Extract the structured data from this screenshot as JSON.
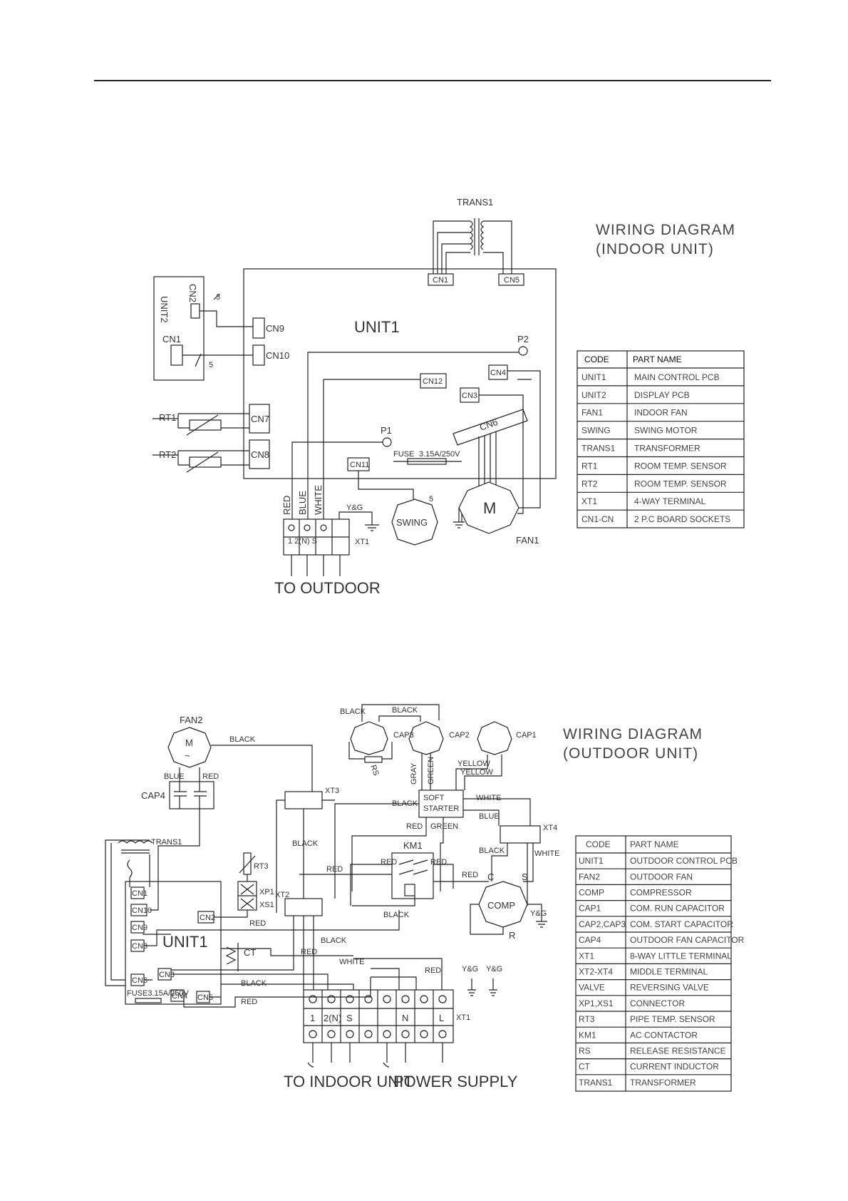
{
  "indoor": {
    "title_line1": "WIRING DIAGRAM",
    "title_line2": "(INDOOR UNIT)",
    "unit1": "UNIT1",
    "unit2": "UNIT2",
    "trans1": "TRANS1",
    "connectors": {
      "cn1_trans": "CN1",
      "cn5": "CN5",
      "cn2": "CN2",
      "cn1": "CN1",
      "cn9": "CN9",
      "cn10": "CN10",
      "cn7": "CN7",
      "cn8": "CN8",
      "cn12": "CN12",
      "cn4": "CN4",
      "cn3": "CN3",
      "cn6": "CN6",
      "cn11": "CN11"
    },
    "wire_counts": {
      "a": "3",
      "b": "5",
      "c": "5"
    },
    "p1": "P1",
    "p2": "P2",
    "rt1": "RT1",
    "rt2": "RT2",
    "fuse": "FUSE",
    "fuse_rating": "3.15A/250V",
    "wires": {
      "red": "RED",
      "blue": "BLUE",
      "white": "WHITE",
      "yg": "Y&G"
    },
    "terminal_row": "1 2(N) S",
    "terminal_label": "XT1",
    "swing": "SWING",
    "motor": "M",
    "fan": "FAN1",
    "to_outdoor": "TO OUTDOOR",
    "table_headers": {
      "code": "CODE",
      "part": "PART NAME"
    },
    "table": [
      {
        "code": "UNIT1",
        "part": "MAIN CONTROL PCB"
      },
      {
        "code": "UNIT2",
        "part": "DISPLAY PCB"
      },
      {
        "code": "FAN1",
        "part": "INDOOR FAN"
      },
      {
        "code": "SWING",
        "part": "SWING MOTOR"
      },
      {
        "code": "TRANS1",
        "part": "TRANSFORMER"
      },
      {
        "code": "RT1",
        "part": "ROOM TEMP. SENSOR"
      },
      {
        "code": "RT2",
        "part": "ROOM TEMP. SENSOR"
      },
      {
        "code": "XT1",
        "part": "4-WAY TERMINAL"
      },
      {
        "code": "CN1-CN",
        "part": "2 P.C BOARD SOCKETS"
      }
    ]
  },
  "outdoor": {
    "title_line1": "WIRING DIAGRAM",
    "title_line2": "(OUTDOOR UNIT)",
    "fan2": "FAN2",
    "motor": "M",
    "cap1": "CAP1",
    "cap2": "CAP2",
    "cap3": "CAP3",
    "cap4": "CAP4",
    "rs": "RS",
    "trans1": "TRANS1",
    "rt3": "RT3",
    "xp1": "XP1",
    "xs1": "XS1",
    "xt1": "XT1",
    "xt2": "XT2",
    "xt3": "XT3",
    "xt4": "XT4",
    "km1": "KM1",
    "soft_starter_1": "SOFT",
    "soft_starter_2": "STARTER",
    "comp": "COMP",
    "comp_c": "C",
    "comp_s": "S",
    "comp_r": "R",
    "ct": "CT",
    "unit1": "UNIT1",
    "fuse_text": "FUSE3.15A/250V",
    "connectors": {
      "cn1": "CN1",
      "cn10": "CN10",
      "cn9": "CN9",
      "cn8": "CN8",
      "cn6": "CN6",
      "cn3": "CN3",
      "cn2": "CN2",
      "cn4": "CN4",
      "cn5": "CN5"
    },
    "wires": {
      "black": "BLACK",
      "red": "RED",
      "blue": "BLUE",
      "white": "WHITE",
      "yellow": "YELLOW",
      "gray": "GRAY",
      "green": "GREEN",
      "yg": "Y&G"
    },
    "terminals": {
      "t1": "1",
      "t2": "2(N)",
      "ts": "S",
      "tn": "N",
      "tl": "L"
    },
    "to_indoor": "TO INDOOR UNIT",
    "power_supply": "POWER SUPPLY",
    "table_headers": {
      "code": "CODE",
      "part": "PART NAME"
    },
    "table": [
      {
        "code": "UNIT1",
        "part": "OUTDOOR CONTROL PCB"
      },
      {
        "code": "FAN2",
        "part": "OUTDOOR FAN"
      },
      {
        "code": "COMP",
        "part": "COMPRESSOR"
      },
      {
        "code": "CAP1",
        "part": "COM. RUN CAPACITOR"
      },
      {
        "code": "CAP2,CAP3",
        "part": "COM. START CAPACITOR"
      },
      {
        "code": "CAP4",
        "part": "OUTDOOR FAN CAPACITOR"
      },
      {
        "code": "XT1",
        "part": "8-WAY LITTLE TERMINAL"
      },
      {
        "code": "XT2-XT4",
        "part": "MIDDLE TERMINAL"
      },
      {
        "code": "VALVE",
        "part": "REVERSING VALVE"
      },
      {
        "code": "XP1,XS1",
        "part": "CONNECTOR"
      },
      {
        "code": "RT3",
        "part": "PIPE TEMP. SENSOR"
      },
      {
        "code": "KM1",
        "part": "AC CONTACTOR"
      },
      {
        "code": "RS",
        "part": "RELEASE RESISTANCE"
      },
      {
        "code": "CT",
        "part": "CURRENT INDUCTOR"
      },
      {
        "code": "TRANS1",
        "part": "TRANSFORMER"
      }
    ]
  }
}
